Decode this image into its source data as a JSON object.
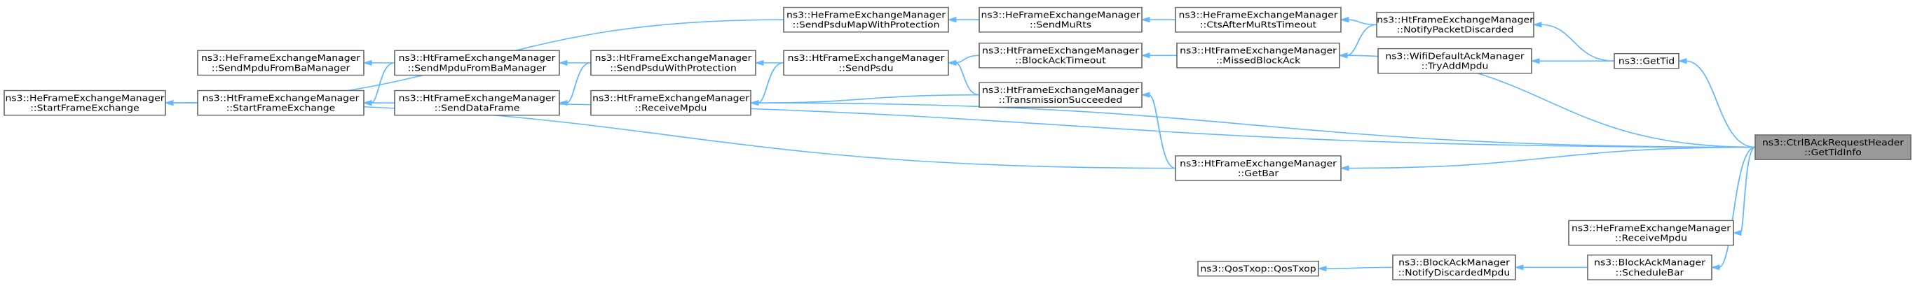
{
  "colors": {
    "edge": "#63b8ff",
    "node_border": "#666666",
    "focus_fill": "#999999",
    "node_fill": "#ffffff"
  },
  "nodes": [
    {
      "id": "ctrl",
      "lines": [
        "ns3::CtrlBAckRequestHeader",
        "::GetTidInfo"
      ],
      "focus": true
    },
    {
      "id": "gettid",
      "lines": [
        "ns3::GetTid"
      ]
    },
    {
      "id": "notifypd",
      "lines": [
        "ns3::HtFrameExchangeManager",
        "::NotifyPacketDiscarded"
      ]
    },
    {
      "id": "tryadd",
      "lines": [
        "ns3::WifiDefaultAckManager",
        "::TryAddMpdu"
      ]
    },
    {
      "id": "ctsafter",
      "lines": [
        "ns3::HeFrameExchangeManager",
        "::CtsAfterMuRtsTimeout"
      ]
    },
    {
      "id": "missed",
      "lines": [
        "ns3::HtFrameExchangeManager",
        "::MissedBlockAck"
      ]
    },
    {
      "id": "sendmurts",
      "lines": [
        "ns3::HeFrameExchangeManager",
        "::SendMuRts"
      ]
    },
    {
      "id": "bat",
      "lines": [
        "ns3::HtFrameExchangeManager",
        "::BlockAckTimeout"
      ]
    },
    {
      "id": "txs",
      "lines": [
        "ns3::HtFrameExchangeManager",
        "::TransmissionSucceeded"
      ]
    },
    {
      "id": "getbar",
      "lines": [
        "ns3::HtFrameExchangeManager",
        "::GetBar"
      ]
    },
    {
      "id": "heRecv",
      "lines": [
        "ns3::HeFrameExchangeManager",
        "::ReceiveMpdu"
      ]
    },
    {
      "id": "schedbar",
      "lines": [
        "ns3::BlockAckManager",
        "::ScheduleBar"
      ]
    },
    {
      "id": "notifydm",
      "lines": [
        "ns3::BlockAckManager",
        "::NotifyDiscardedMpdu"
      ]
    },
    {
      "id": "qostxop",
      "lines": [
        "ns3::QosTxop::QosTxop"
      ]
    },
    {
      "id": "hesendpsdu",
      "lines": [
        "ns3::HeFrameExchangeManager",
        "::SendPsduMapWithProtection"
      ]
    },
    {
      "id": "sendpsdu",
      "lines": [
        "ns3::HtFrameExchangeManager",
        "::SendPsdu"
      ]
    },
    {
      "id": "sendpsduprot",
      "lines": [
        "ns3::HtFrameExchangeManager",
        "::SendPsduWithProtection"
      ]
    },
    {
      "id": "htRecv",
      "lines": [
        "ns3::HtFrameExchangeManager",
        "::ReceiveMpdu"
      ]
    },
    {
      "id": "htsendmpdu",
      "lines": [
        "ns3::HtFrameExchangeManager",
        "::SendMpduFromBaManager"
      ]
    },
    {
      "id": "sdf",
      "lines": [
        "ns3::HtFrameExchangeManager",
        "::SendDataFrame"
      ]
    },
    {
      "id": "hesendmpdu",
      "lines": [
        "ns3::HeFrameExchangeManager",
        "::SendMpduFromBaManager"
      ]
    },
    {
      "id": "htsfe",
      "lines": [
        "ns3::HtFrameExchangeManager",
        "::StartFrameExchange"
      ]
    },
    {
      "id": "hesfe",
      "lines": [
        "ns3::HeFrameExchangeManager",
        "::StartFrameExchange"
      ]
    }
  ]
}
